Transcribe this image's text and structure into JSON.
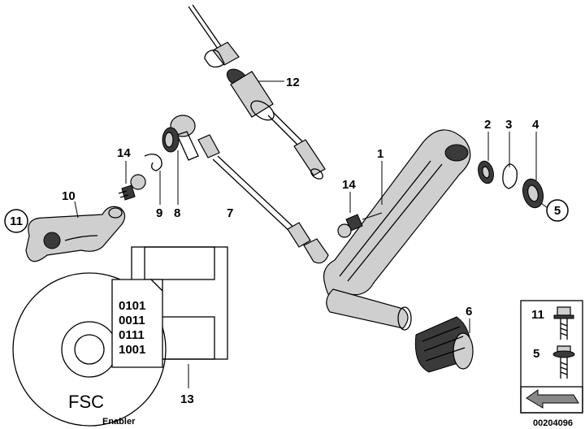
{
  "callouts": [
    {
      "id": "c1",
      "label": "1"
    },
    {
      "id": "c2",
      "label": "2"
    },
    {
      "id": "c3",
      "label": "3"
    },
    {
      "id": "c4",
      "label": "4"
    },
    {
      "id": "c5",
      "label": "5"
    },
    {
      "id": "c6",
      "label": "6"
    },
    {
      "id": "c7",
      "label": "7"
    },
    {
      "id": "c8",
      "label": "8"
    },
    {
      "id": "c9",
      "label": "9"
    },
    {
      "id": "c10",
      "label": "10"
    },
    {
      "id": "c11",
      "label": "11"
    },
    {
      "id": "c12",
      "label": "12"
    },
    {
      "id": "c13",
      "label": "13"
    },
    {
      "id": "c14a",
      "label": "14"
    },
    {
      "id": "c14b",
      "label": "14"
    }
  ],
  "binary_code": [
    "0101",
    "0011",
    "0111",
    "1001"
  ],
  "disc": {
    "title": "FSC",
    "subtitle": "Enabler"
  },
  "legend": {
    "rows": [
      {
        "label": "11",
        "icon": "flange-bolt-icon"
      },
      {
        "label": "5",
        "icon": "washer-bolt-icon"
      }
    ],
    "arrow_icon": "arrow-icon"
  },
  "diagram_number": "00204096"
}
